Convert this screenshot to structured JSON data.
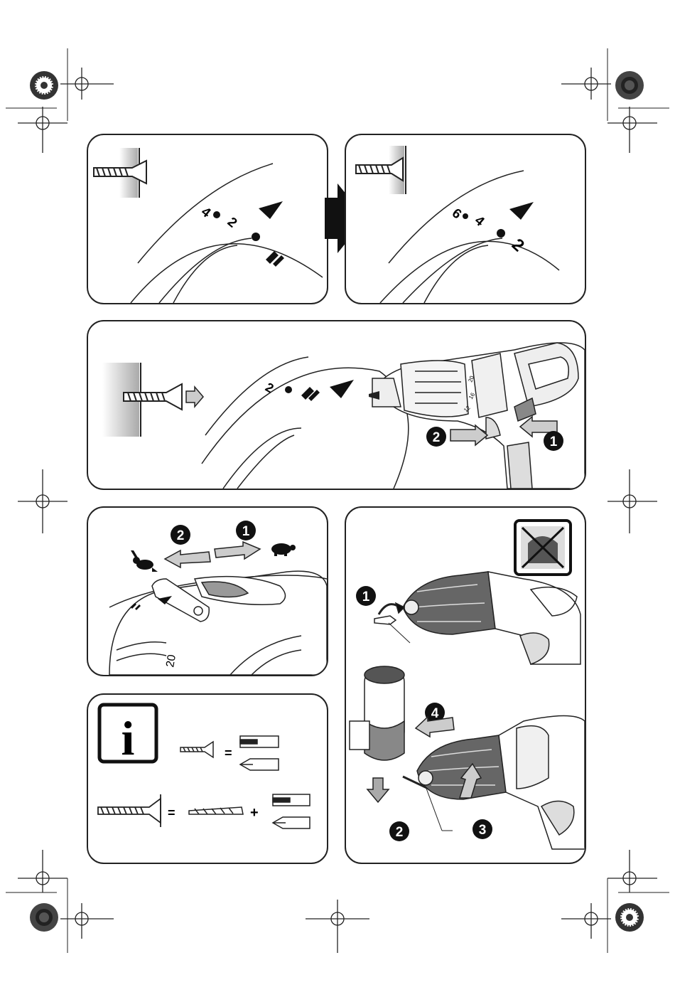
{
  "panel_a": {
    "dial": [
      "4",
      "2"
    ]
  },
  "panel_b": {
    "dial": [
      "6",
      "4",
      "2"
    ]
  },
  "panel_c": {
    "dial": [
      "2"
    ],
    "collar_scale": [
      "20",
      "16",
      "12"
    ],
    "steps": [
      "1",
      "2"
    ]
  },
  "panel_d": {
    "steps": [
      "2",
      "1"
    ],
    "collar_value": "20"
  },
  "panel_e": {
    "equals": "=",
    "plus": "+",
    "info_glyph": "i"
  },
  "panel_f": {
    "steps": [
      "1",
      "4",
      "2",
      "3"
    ]
  },
  "icons": {
    "arrow": "bold-right-arrow-icon",
    "info": "info-icon",
    "rabbit": "rabbit-icon",
    "turtle": "turtle-icon"
  }
}
